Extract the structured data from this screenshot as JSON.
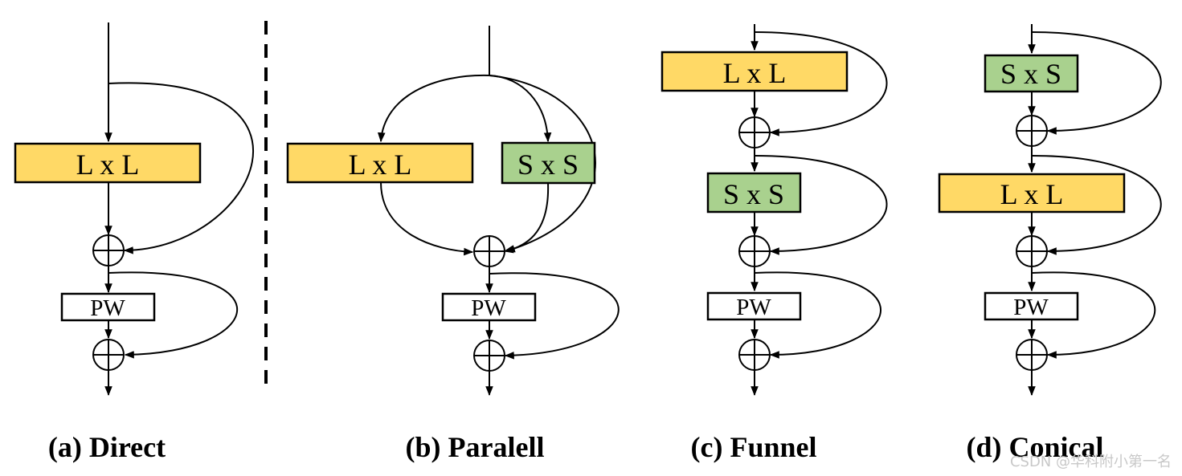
{
  "colors": {
    "large_kernel": "#FFD966",
    "small_kernel": "#A9D18E",
    "pointwise": "#FFFFFF",
    "line": "#000000"
  },
  "panels": [
    {
      "id": "a",
      "caption": "(a) Direct",
      "blocks": [
        {
          "label": "L x L",
          "kind": "large"
        },
        {
          "label": "PW",
          "kind": "pointwise"
        }
      ]
    },
    {
      "id": "b",
      "caption": "(b) Paralell",
      "blocks": [
        {
          "label": "L x L",
          "kind": "large"
        },
        {
          "label": "S x S",
          "kind": "small"
        },
        {
          "label": "PW",
          "kind": "pointwise"
        }
      ]
    },
    {
      "id": "c",
      "caption": "(c) Funnel",
      "blocks": [
        {
          "label": "L x L",
          "kind": "large"
        },
        {
          "label": "S x S",
          "kind": "small"
        },
        {
          "label": "PW",
          "kind": "pointwise"
        }
      ]
    },
    {
      "id": "d",
      "caption": "(d) Conical",
      "blocks": [
        {
          "label": "S x S",
          "kind": "small"
        },
        {
          "label": "L x L",
          "kind": "large"
        },
        {
          "label": "PW",
          "kind": "pointwise"
        }
      ]
    }
  ],
  "watermark": "CSDN @华科附小第一名"
}
